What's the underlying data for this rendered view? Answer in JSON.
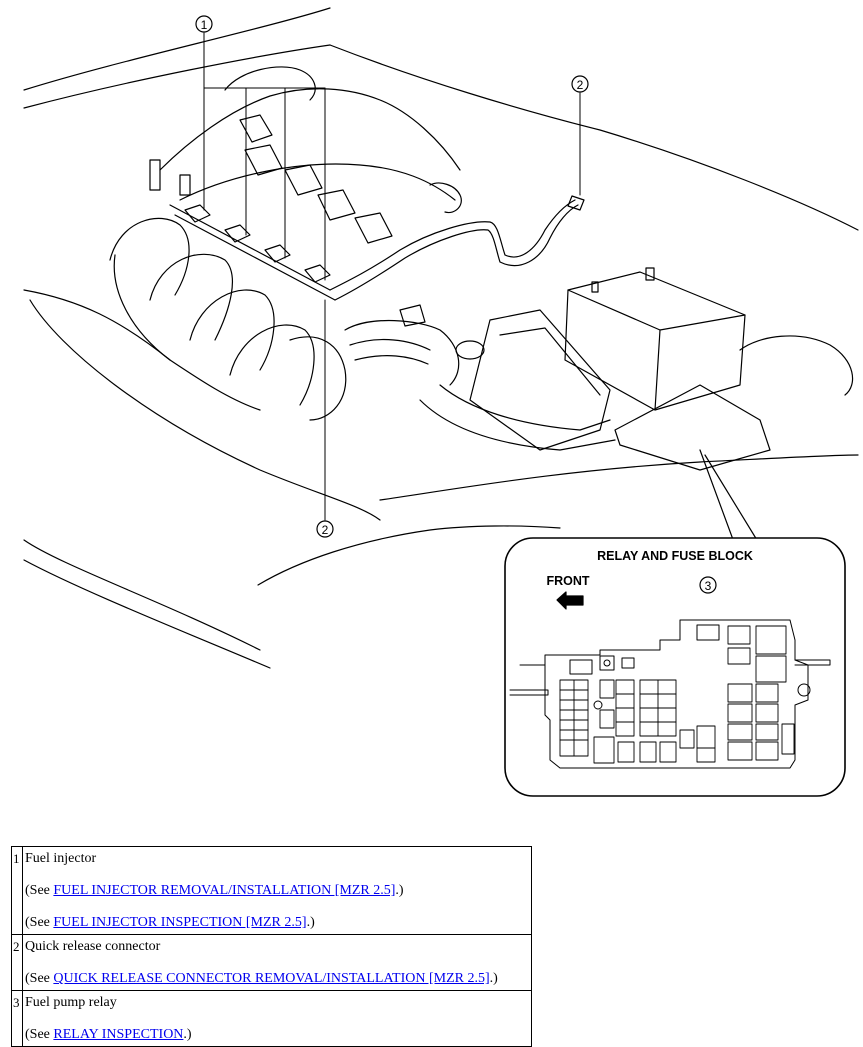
{
  "diagram": {
    "callout_1": "1",
    "callout_2_top": "2",
    "callout_2_bottom": "2",
    "callout_3": "3",
    "inset_title": "RELAY AND FUSE BLOCK",
    "front_label": "FRONT"
  },
  "legend": {
    "rows": [
      {
        "num": "1",
        "title": "Fuel injector",
        "refs": [
          {
            "pre": "(See ",
            "link": "FUEL INJECTOR REMOVAL/INSTALLATION [MZR 2.5]",
            "post": ".)"
          },
          {
            "pre": "(See ",
            "link": "FUEL INJECTOR INSPECTION [MZR 2.5]",
            "post": ".)"
          }
        ]
      },
      {
        "num": "2",
        "title": "Quick release connector",
        "refs": [
          {
            "pre": "(See ",
            "link": "QUICK RELEASE CONNECTOR REMOVAL/INSTALLATION [MZR 2.5]",
            "post": ".)"
          }
        ]
      },
      {
        "num": "3",
        "title": "Fuel pump relay",
        "refs": [
          {
            "pre": "(See ",
            "link": "RELAY INSPECTION",
            "post": ".)"
          }
        ]
      }
    ]
  }
}
